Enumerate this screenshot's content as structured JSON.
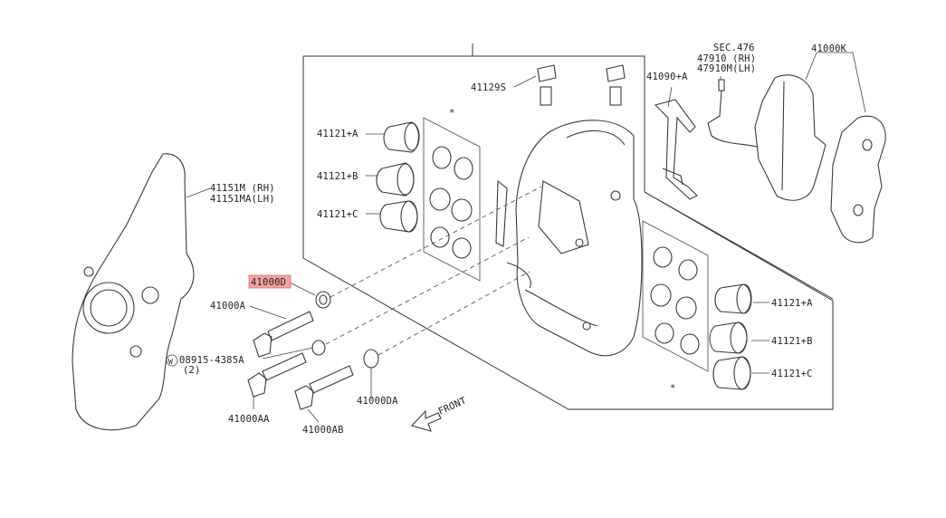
{
  "labels": {
    "sec476": "SEC.476",
    "sensor_rh": "47910 (RH)",
    "sensor_lh": "47910M(LH)",
    "pads": "41000K",
    "clips": "41090+A",
    "bleeder": "41129S",
    "piston_e1": "41121+A",
    "piston_b_left": "41121+B",
    "piston_c_left": "41121+C",
    "shield_rh": "41151M (RH)",
    "shield_lh": "41151MA(LH)",
    "washer_highlight": "41000D",
    "bolt_a": "41000A",
    "bolt_spec": "08915-4385A",
    "bolt_qty": "(2)",
    "washer_da": "41000DA",
    "bolt_aa": "41000AA",
    "bolt_ab": "41000AB",
    "front": "FRONT",
    "asterisk_top": "*",
    "asterisk_bottom": "*",
    "piston_a_right": "41121+A",
    "piston_b_right": "41121+B",
    "piston_c_right": "41121+C",
    "marker_w": "W"
  },
  "colors": {
    "highlight": "#f2a3a3",
    "line": "#333333"
  }
}
